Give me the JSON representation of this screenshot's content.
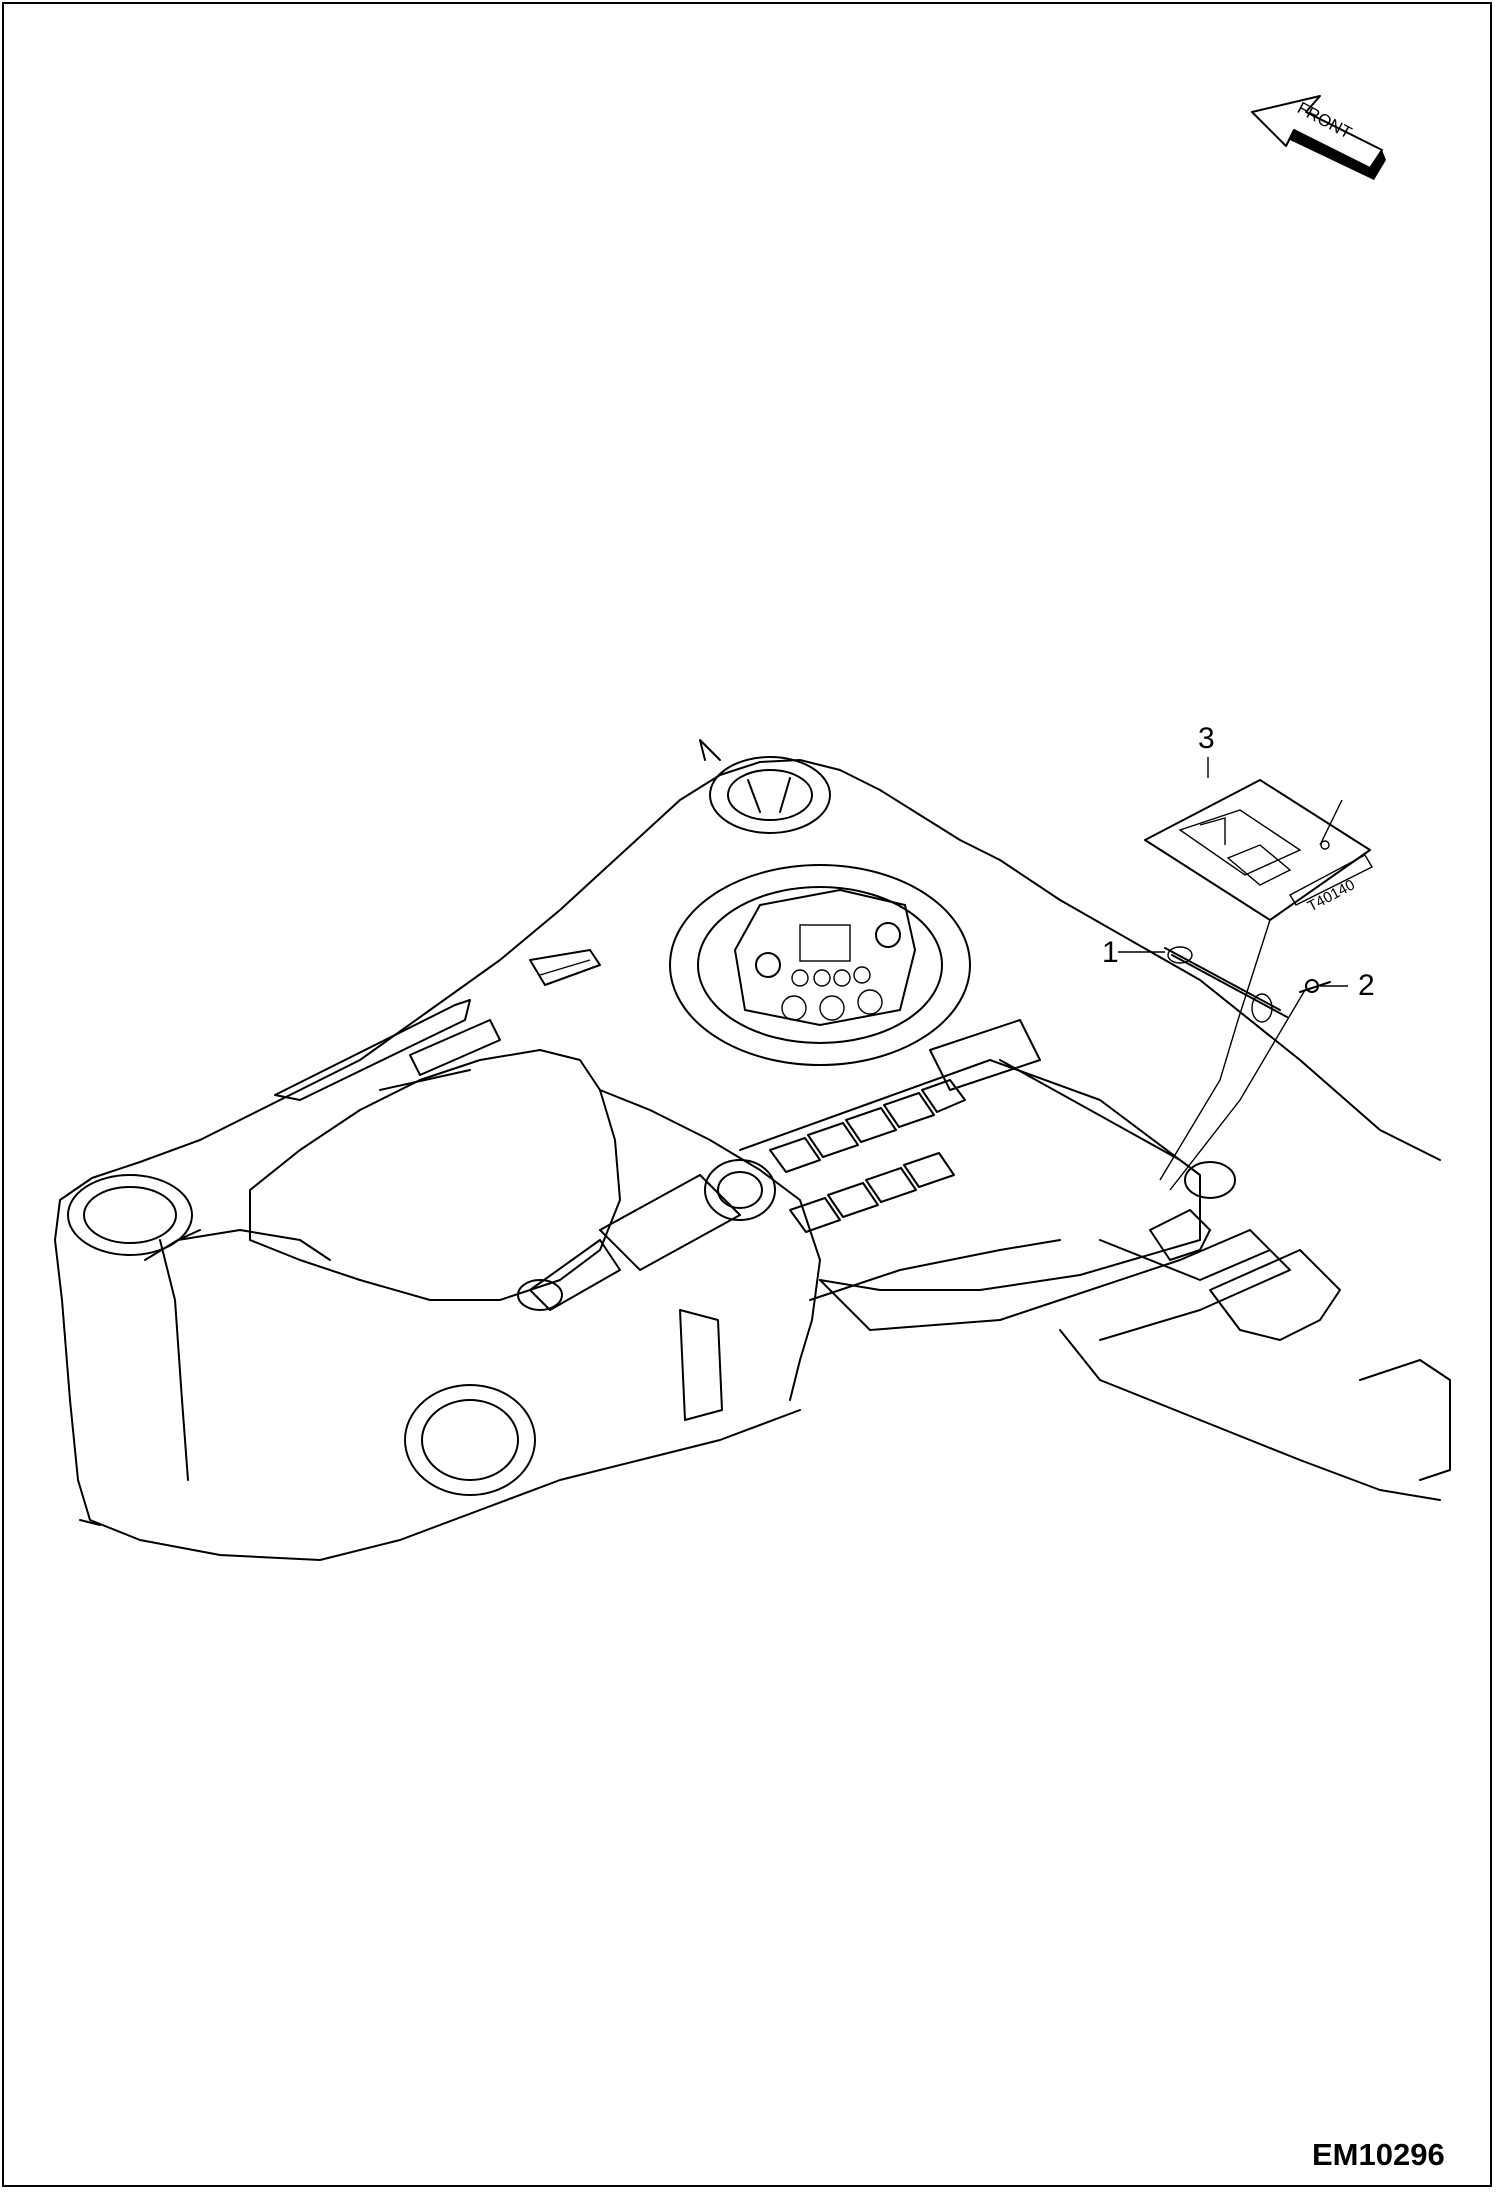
{
  "drawing": {
    "reference_code": "EM10296",
    "direction_arrow_label": "FRONT",
    "callouts": [
      {
        "id": "callout-1",
        "number": "1"
      },
      {
        "id": "callout-2",
        "number": "2"
      },
      {
        "id": "callout-3",
        "number": "3"
      }
    ],
    "decal_code": "T40140"
  },
  "colors": {
    "line": "#000000",
    "background": "#ffffff"
  }
}
